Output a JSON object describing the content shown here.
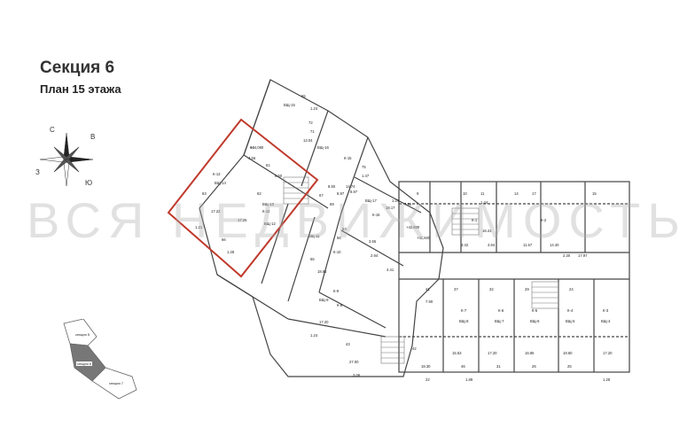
{
  "header": {
    "title": "Секция 6",
    "subtitle": "План 15 этажа"
  },
  "watermark": "ВСЯ НЕДВИЖИМОСТЬ",
  "compass": {
    "north": "С",
    "east": "В",
    "south": "Ю",
    "west": "З"
  },
  "highlight_color": "#c0392b",
  "selected_section_color": "#777777",
  "plan_labels": [
    "64",
    "4.56",
    "8.50",
    "61",
    "К-13",
    "ВЩ-14",
    "63",
    "62",
    "ВЩ-13",
    "К-12",
    "17.22",
    "17.25",
    "1.21",
    "66",
    "1.28",
    "65",
    "ВЩ-15",
    "1.24",
    "72",
    "71",
    "13.04",
    "ВЩ-16",
    "К-15",
    "75",
    "1.47",
    "14.74",
    "8.97",
    "67",
    "ВЩ-17",
    "18.17",
    "К-16",
    "69",
    "ВЩ-12",
    "ВЩ-11",
    "56",
    "К-10",
    "55",
    "18.65",
    "ВЩ-9",
    "К-9",
    "К-8",
    "17.20",
    "1.24",
    "43",
    "27.00",
    "3.06",
    "8.50",
    "8.97",
    "53",
    "3.55",
    "2.94",
    "4.41",
    "7.91",
    "9",
    "10",
    "11",
    "1.44",
    "14",
    "17",
    "К-1",
    "16.41",
    "К-2",
    "3.42",
    "4.64",
    "11.57",
    "14.40",
    "2.30",
    "17.97",
    "15",
    "41",
    "7.90",
    "37",
    "32",
    "29",
    "24",
    "К-7",
    "К-6",
    "К-5",
    "К-4",
    "К-3",
    "ВЩ-8",
    "ВЩ-7",
    "ВЩ-6",
    "ВЩ-5",
    "ВЩ-4",
    "42",
    "15.53",
    "17.20",
    "16.85",
    "18.60",
    "17.20",
    "18.30",
    "46",
    "31",
    "26",
    "25",
    "22",
    "1.89",
    "1.28",
    "1.24",
    "+42,600",
    "+41,600",
    "+44,080"
  ],
  "minimap": {
    "sections": [
      "секция 5",
      "секция 6",
      "секция 7"
    ]
  }
}
